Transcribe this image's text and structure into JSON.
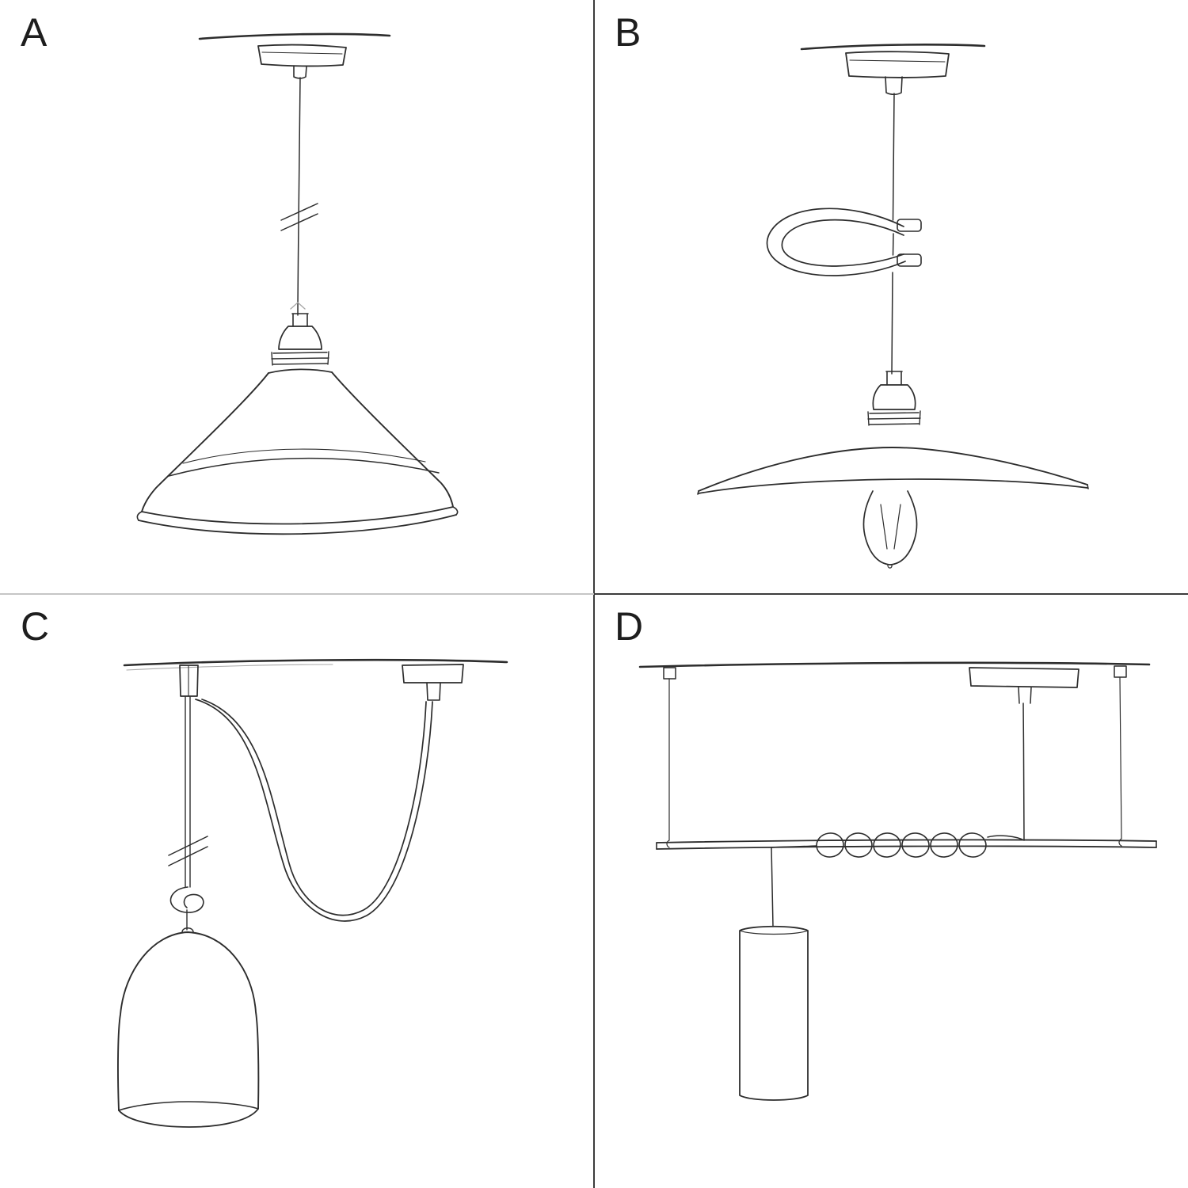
{
  "colors": {
    "background": "#ffffff",
    "ink": "#2d2d2d",
    "divider_dark": "#3b3b3b",
    "divider_light": "#c6c6c6"
  },
  "panels": [
    {
      "label": "A",
      "drawing": "pendant-straight-drop-industrial-shade-sketch"
    },
    {
      "label": "B",
      "drawing": "pendant-cable-loop-flat-shade-bulb-sketch"
    },
    {
      "label": "C",
      "drawing": "swag-pendant-hook-knot-bell-shade-sketch"
    },
    {
      "label": "D",
      "drawing": "bar-suspension-coiled-cable-tube-shade-sketch"
    }
  ]
}
